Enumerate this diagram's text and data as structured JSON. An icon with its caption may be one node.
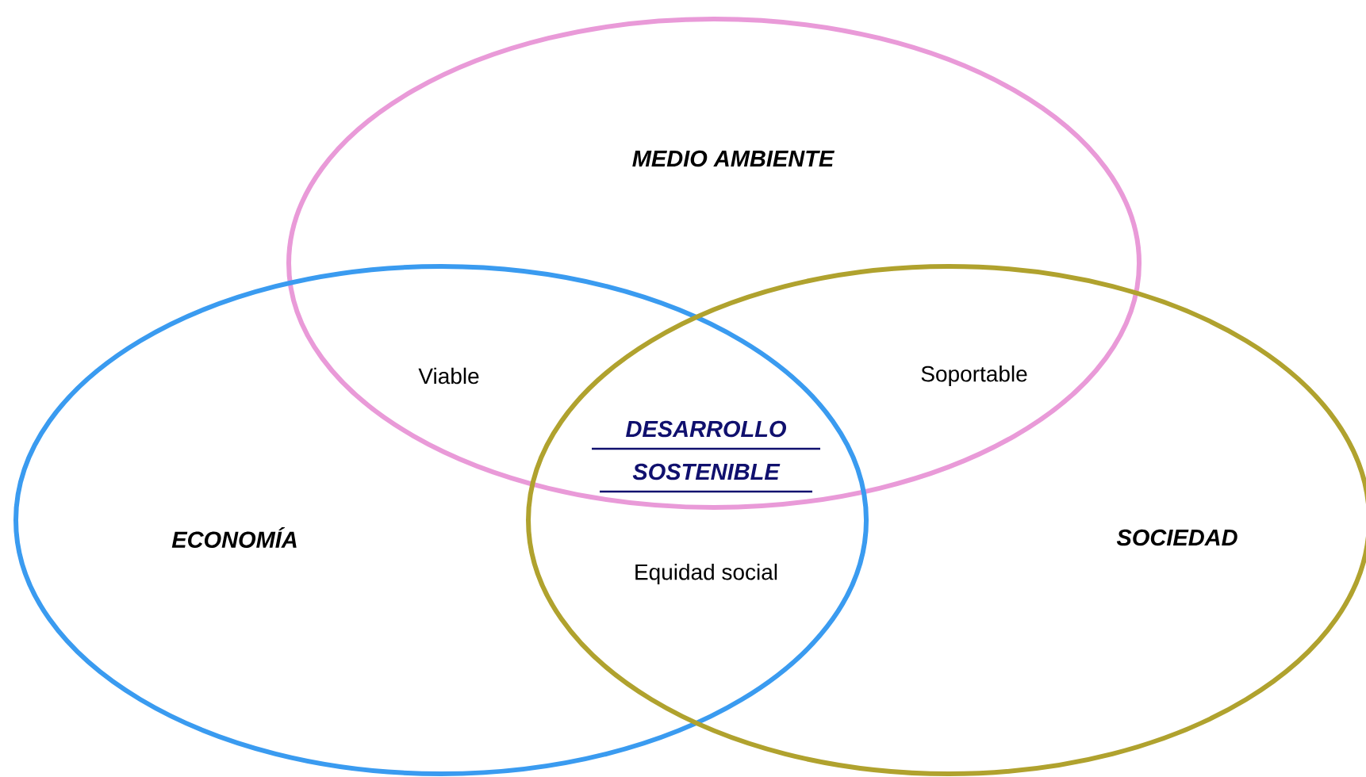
{
  "diagram": {
    "nodes": [
      {
        "text": [
          "MEDIO AMBIENTE"
        ]
      },
      {
        "text": [
          "ECONOMÍA"
        ]
      },
      {
        "text": [
          "SOCIEDAD"
        ]
      }
    ],
    "labels": [
      "Viable",
      "Soportable",
      "DESARROLLO SOSTENIBLE",
      "Equidad social"
    ]
  }
}
